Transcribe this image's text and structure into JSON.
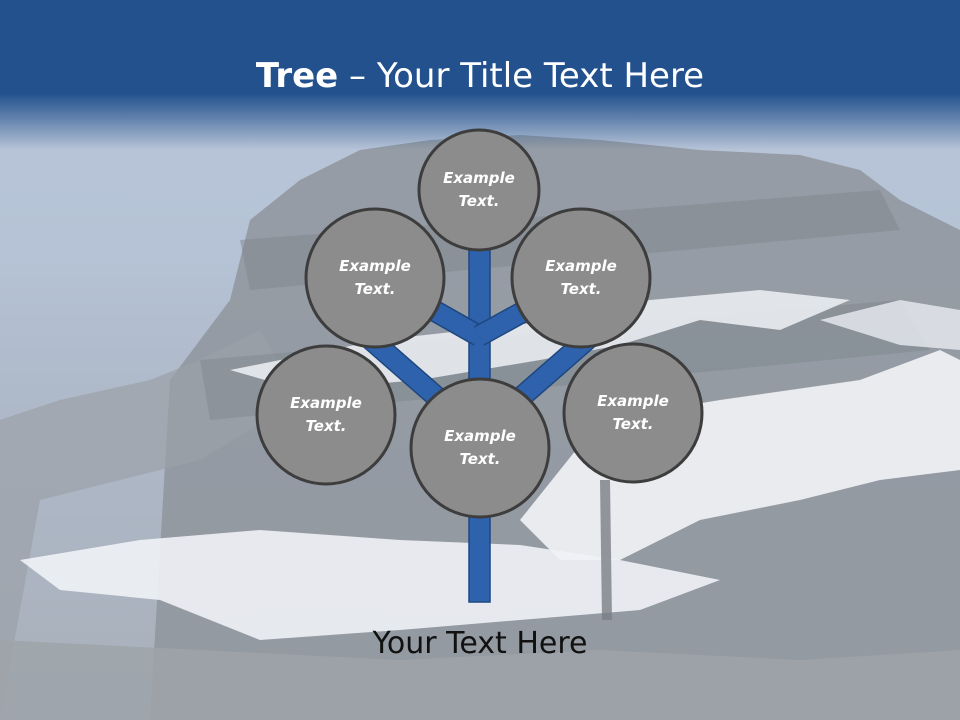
{
  "header": {
    "title_bold": "Tree",
    "title_rest": " – Your Title Text Here"
  },
  "diagram": {
    "nodes": [
      {
        "line1": "Example",
        "line2": "Text."
      },
      {
        "line1": "Example",
        "line2": "Text."
      },
      {
        "line1": "Example",
        "line2": "Text."
      },
      {
        "line1": "Example",
        "line2": "Text."
      },
      {
        "line1": "Example",
        "line2": "Text."
      },
      {
        "line1": "Example",
        "line2": "Text."
      }
    ]
  },
  "footer": {
    "text": "Your Text Here"
  },
  "colors": {
    "header": "#22518d",
    "trunk": "#2e62ad",
    "node_fill": "#8c8c8c",
    "node_stroke": "#3d3d3d"
  }
}
